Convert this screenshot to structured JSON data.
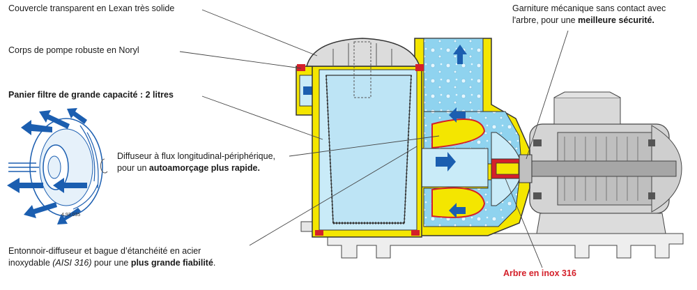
{
  "labels": {
    "cover": "Couvercle transparent en Lexan très solide",
    "body": "Corps de pompe robuste en Noryl",
    "basket": "Panier filtre de grande capacité : 2 litres",
    "diffuser_line1": "Diffuseur à flux longitudinal-périphérique,",
    "diffuser_line2_pre": "pour un ",
    "diffuser_line2_bold": "autoamorçage plus rapide.",
    "seal_line1": "Garniture mécanique sans contact avec",
    "seal_line2_pre": "l'arbre, pour une ",
    "seal_line2_bold": "meilleure sécurité.",
    "funnel_line1": "Entonnoir-diffuseur et bague d’étanchéité en acier",
    "funnel_line2_pre": "inoxydable ",
    "funnel_line2_italic": "(AISI 316)",
    "funnel_line2_mid": " pour une ",
    "funnel_line2_bold": "plus grande fiabilité",
    "funnel_line2_post": ".",
    "shaft": "Arbre en inox 316",
    "impeller_ref": "4.93.035"
  },
  "colors": {
    "housing": "#f4e600",
    "water": "#8fd3ef",
    "water_light": "#c9ebf8",
    "arrow": "#1b5eb0",
    "seal_red": "#d4202a",
    "motor_gray": "#bfbfbf",
    "outline": "#333333"
  }
}
